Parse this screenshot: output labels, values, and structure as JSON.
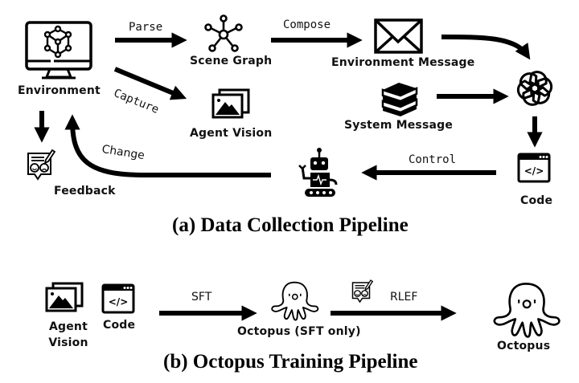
{
  "panel_a": {
    "caption": "(a) Data Collection Pipeline",
    "nodes": {
      "environment": {
        "label": "Environment",
        "icon": "monitor-cube-icon"
      },
      "scene_graph": {
        "label": "Scene Graph",
        "icon": "graph-network-icon"
      },
      "environment_message": {
        "label": "Environment Message",
        "icon": "envelope-icon"
      },
      "agent_vision": {
        "label": "Agent Vision",
        "icon": "image-stack-icon"
      },
      "system_message": {
        "label": "System Message",
        "icon": "book-stack-icon"
      },
      "llm": {
        "label": "",
        "icon": "openai-logo-icon"
      },
      "code": {
        "label": "Code",
        "icon": "code-window-icon"
      },
      "robot": {
        "label": "",
        "icon": "robot-icon"
      },
      "feedback": {
        "label": "Feedback",
        "icon": "feedback-form-icon"
      }
    },
    "edges": {
      "parse": "Parse",
      "compose": "Compose",
      "capture": "Capture",
      "control": "Control",
      "change": "Change"
    }
  },
  "panel_b": {
    "caption": "(b) Octopus Training Pipeline",
    "nodes": {
      "agent_vision": {
        "label_line1": "Agent",
        "label_line2": "Vision",
        "icon": "image-stack-icon"
      },
      "code": {
        "label": "Code",
        "icon": "code-window-icon"
      },
      "octopus_sft": {
        "label": "Octopus (SFT only)",
        "icon": "octopus-icon"
      },
      "octopus": {
        "label": "Octopus",
        "icon": "octopus-icon"
      },
      "feedback": {
        "icon": "feedback-form-icon"
      }
    },
    "edges": {
      "sft": "SFT",
      "rlef": "RLEF"
    }
  }
}
